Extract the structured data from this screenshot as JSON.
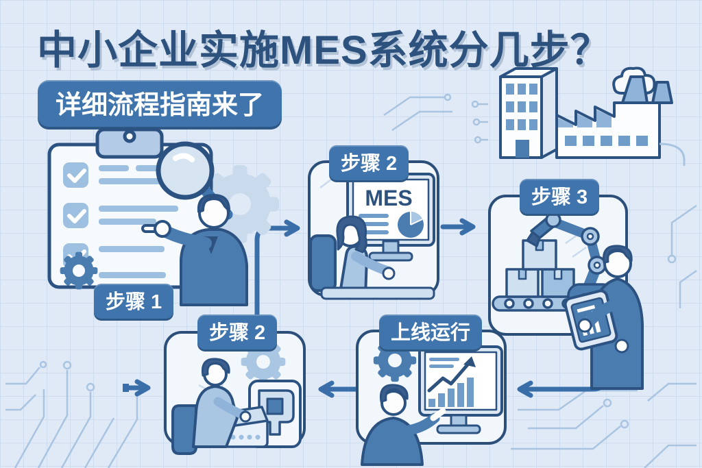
{
  "infographic": {
    "title": "中小企业实施MES系统分几步？",
    "subtitle_badge": "详细流程指南来了",
    "mes_screen_label": "MES"
  },
  "steps": [
    {
      "label": "步骤 1"
    },
    {
      "label": "步骤 2"
    },
    {
      "label": "步骤 3"
    },
    {
      "label": "上线运行"
    },
    {
      "label": "步骤 2"
    }
  ],
  "colors": {
    "background": "#e0eaf6",
    "grid_line": "#cddcee",
    "title_text": "#2e527e",
    "badge_bg": "#3f74ad",
    "badge_text": "#ffffff",
    "panel_border": "#2b4f78",
    "panel_bg": "#f2f7fc",
    "arrow": "#3a6ea8",
    "illustration_mid_blue": "#4a7cb0",
    "illustration_light_blue": "#a9c6e3",
    "circuit_trace": "#a9c4e1"
  }
}
